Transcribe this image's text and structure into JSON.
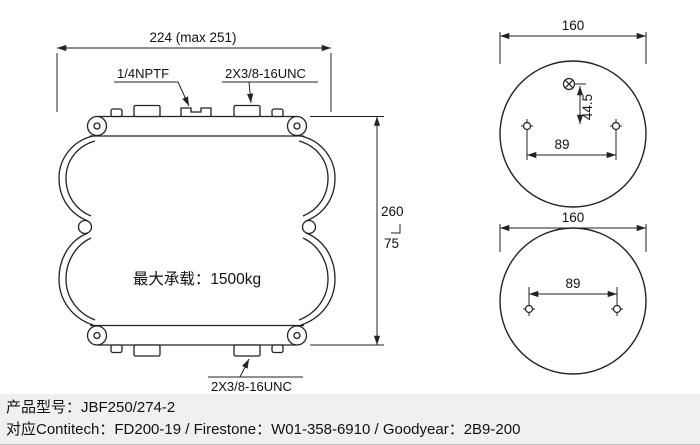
{
  "front_view": {
    "width_dim": "224 (max 251)",
    "port_label": "1/4NPTF",
    "top_stud_label": "2X3/8-16UNC",
    "bottom_stud_label": "2X3/8-16UNC",
    "max_load_label": "最大承载：1500kg",
    "height_dim": "260",
    "stroke_dim": "75"
  },
  "top_view": {
    "diameter_dim": "160",
    "port_offset_dim": "44.5",
    "bolt_spacing_dim": "89"
  },
  "bottom_view": {
    "diameter_dim": "160",
    "bolt_spacing_dim": "89"
  },
  "caption": {
    "model_line": "产品型号：JBF250/274-2",
    "cross_ref_line": "对应Contitech：FD200-19 / Firestone：W01-358-6910 / Goodyear：2B9-200"
  },
  "colors": {
    "line": "#222222",
    "background": "#ffffff",
    "caption_background": "#f0f0f0"
  }
}
